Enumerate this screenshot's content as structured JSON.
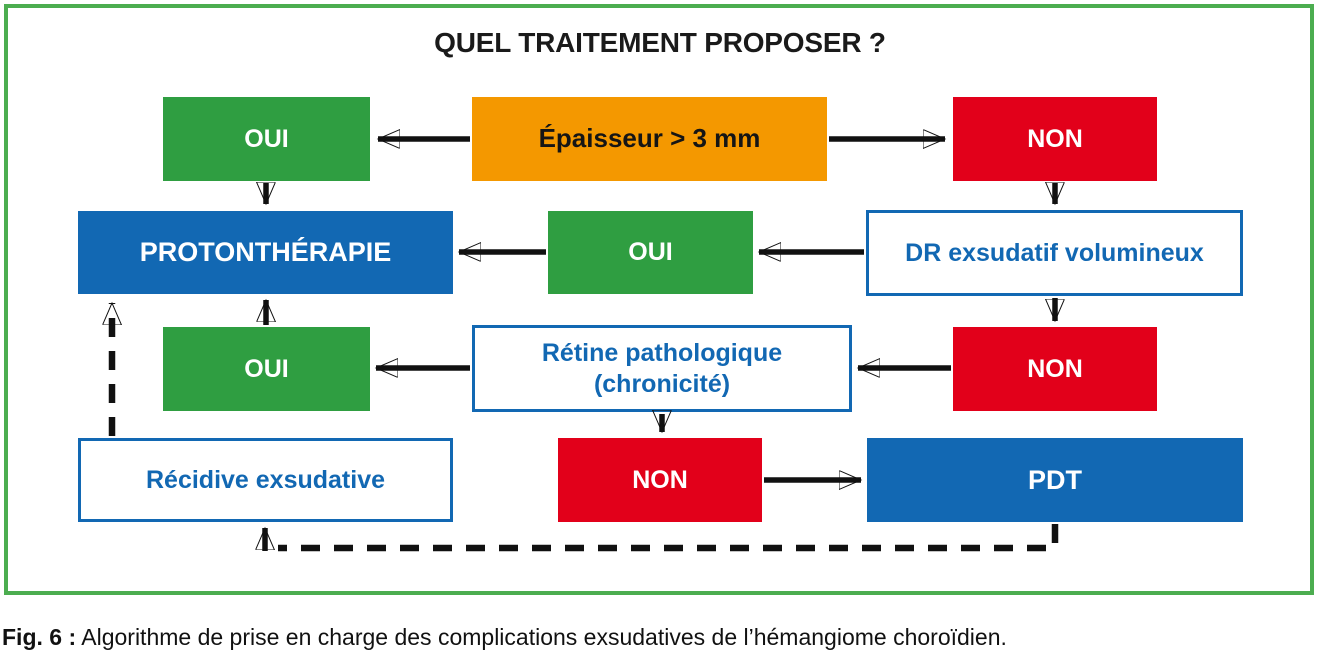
{
  "title": "QUEL TRAITEMENT PROPOSER ?",
  "caption": {
    "label": "Fig. 6 :",
    "text": "Algorithme de prise en charge des complications exsudatives de l’hémangiome choroïdien."
  },
  "colors": {
    "green": "#2F9E41",
    "red": "#E2001A",
    "orange": "#F49800",
    "blue": "#1268B3",
    "frame": "#4CAD50",
    "arrow": "#111111"
  },
  "nodes": {
    "epaisseur": {
      "label": "Épaisseur > 3 mm"
    },
    "oui_top": {
      "label": "OUI"
    },
    "non_top": {
      "label": "NON"
    },
    "protontherapie": {
      "label": "PROTONTHÉRAPIE"
    },
    "oui_mid": {
      "label": "OUI"
    },
    "dr_exsudatif": {
      "label": "DR exsudatif volumineux"
    },
    "oui_low": {
      "label": "OUI"
    },
    "retine": {
      "line1": "Rétine pathologique",
      "line2": "(chronicité)"
    },
    "non_mid": {
      "label": "NON"
    },
    "recidive": {
      "label": "Récidive exsudative"
    },
    "non_low": {
      "label": "NON"
    },
    "pdt": {
      "label": "PDT"
    }
  },
  "edges": [
    {
      "from": "epaisseur",
      "to": "oui_top",
      "style": "solid"
    },
    {
      "from": "epaisseur",
      "to": "non_top",
      "style": "solid"
    },
    {
      "from": "oui_top",
      "to": "protontherapie",
      "style": "solid"
    },
    {
      "from": "non_top",
      "to": "dr_exsudatif",
      "style": "solid"
    },
    {
      "from": "dr_exsudatif",
      "to": "oui_mid",
      "style": "solid"
    },
    {
      "from": "oui_mid",
      "to": "protontherapie",
      "style": "solid"
    },
    {
      "from": "dr_exsudatif",
      "to": "non_mid",
      "style": "solid"
    },
    {
      "from": "non_mid",
      "to": "retine",
      "style": "solid"
    },
    {
      "from": "retine",
      "to": "oui_low",
      "style": "solid"
    },
    {
      "from": "oui_low",
      "to": "protontherapie",
      "style": "solid"
    },
    {
      "from": "retine",
      "to": "non_low",
      "style": "solid"
    },
    {
      "from": "non_low",
      "to": "pdt",
      "style": "solid"
    },
    {
      "from": "pdt",
      "to": "recidive",
      "style": "dashed"
    },
    {
      "from": "recidive",
      "to": "protontherapie",
      "style": "dashed"
    }
  ]
}
